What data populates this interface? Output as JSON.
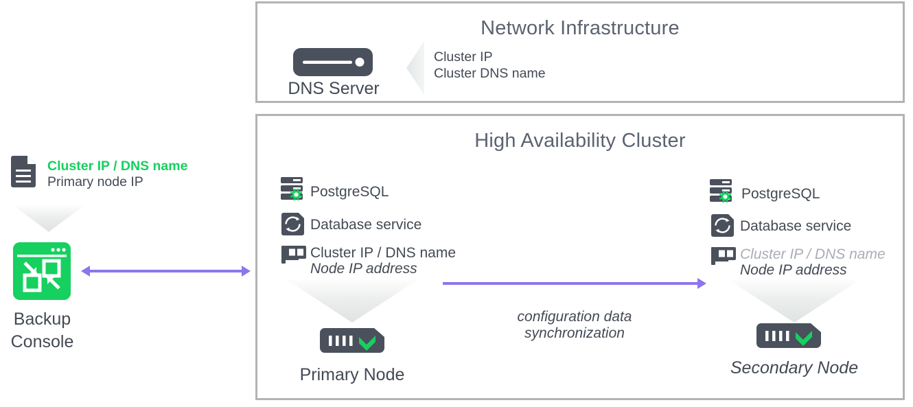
{
  "diagram": {
    "title_network": "Network Infrastructure",
    "title_cluster": "High Availability Cluster"
  },
  "left_column": {
    "doc_icon": "document-icon",
    "label_primary_line": "Cluster IP / DNS name",
    "label_secondary_line": "Primary node IP",
    "console_icon": "backup-console-icon",
    "console_label_line1": "Backup",
    "console_label_line2": "Console"
  },
  "network_panel": {
    "dns_icon": "dns-server-icon",
    "dns_label": "DNS Server",
    "callout_line1": "Cluster IP",
    "callout_line2": "Cluster DNS name"
  },
  "cluster_panel": {
    "primary_node": {
      "rows": [
        {
          "icon": "postgresql-server-gear-icon",
          "label": "PostgreSQL"
        },
        {
          "icon": "database-service-refresh-icon",
          "label": "Database service"
        },
        {
          "icon": "network-card-icon",
          "label_top": "Cluster IP / DNS name",
          "label_bottom": "Node IP address"
        }
      ],
      "node_icon": "node-status-ok-icon",
      "node_label": "Primary Node"
    },
    "secondary_node": {
      "rows": [
        {
          "icon": "postgresql-server-gear-icon",
          "label": "PostgreSQL"
        },
        {
          "icon": "database-service-refresh-icon",
          "label": "Database  service"
        },
        {
          "icon": "network-card-icon",
          "label_top": "Cluster IP / DNS name",
          "label_bottom": "Node IP address"
        }
      ],
      "node_icon": "node-status-ok-icon",
      "node_label": "Secondary Node"
    },
    "sync_arrow": {
      "label_line1": "configuration data",
      "label_line2": "synchronization"
    }
  },
  "colors": {
    "accent_green": "#16d05f",
    "accent_purple": "#8d75ee",
    "dark_slate": "#434a54",
    "muted_grey": "#a9adb5",
    "panel_border": "#b3b3b3"
  }
}
